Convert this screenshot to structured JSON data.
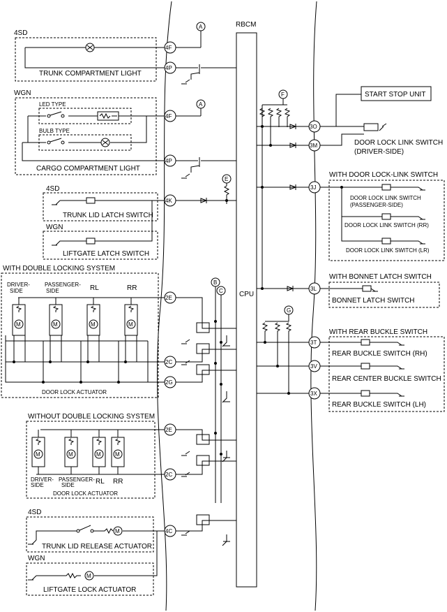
{
  "module": {
    "name": "RBCM",
    "cpu": "CPU"
  },
  "connectors": [
    "4F",
    "4P",
    "4F",
    "4P",
    "4K",
    "2E",
    "2C",
    "2G",
    "2E",
    "2C",
    "4C",
    "3O",
    "3M",
    "3J",
    "3L",
    "3T",
    "3V",
    "3X"
  ],
  "markers": [
    "A",
    "A",
    "E",
    "B",
    "C",
    "F",
    "G"
  ],
  "left": {
    "sd4_a": "4SD",
    "trunk_light": "TRUNK COMPARTMENT LIGHT",
    "wgn_a": "WGN",
    "led_type": "LED TYPE",
    "bulb_type": "BULB TYPE",
    "cargo_light": "CARGO COMPARTMENT LIGHT",
    "sd4_b": "4SD",
    "trunk_latch": "TRUNK LID LATCH SWITCH",
    "wgn_b": "WGN",
    "liftgate_latch": "LIFTGATE LATCH SWITCH",
    "double_lock": "WITH DOUBLE LOCKING SYSTEM",
    "dl_driver": [
      "DRIVER-",
      "SIDE"
    ],
    "dl_passenger": [
      "PASSENGER-",
      "SIDE"
    ],
    "dl_rl": "RL",
    "dl_rr": "RR",
    "dl_actuator": "DOOR LOCK ACTUATOR",
    "no_double_lock": "WITHOUT DOUBLE LOCKING SYSTEM",
    "ndl_driver": [
      "DRIVER-",
      "SIDE"
    ],
    "ndl_passenger": [
      "PASSENGER-",
      "SIDE"
    ],
    "ndl_rl": "RL",
    "ndl_rr": "RR",
    "ndl_actuator": "DOOR LOCK ACTUATOR",
    "sd4_c": "4SD",
    "trunk_release": "TRUNK LID RELEASE ACTUATOR",
    "wgn_c": "WGN",
    "liftgate_actuator": "LIFTGATE LOCK ACTUATOR"
  },
  "right": {
    "start_stop": "START STOP UNIT",
    "dll_driver": [
      "DOOR LOCK LINK SWITCH",
      "(DRIVER-SIDE)"
    ],
    "with_dll": "WITH DOOR LOCK-LINK SWITCH",
    "dll_passenger": [
      "DOOR LOCK LINK SWITCH",
      "(PASSENGER-SIDE)"
    ],
    "dll_rr": "DOOR LOCK LINK SWITCH (RR)",
    "dll_lr": "DOOR LOCK LINK SWITCH (LR)",
    "with_bonnet": "WITH BONNET LATCH SWITCH",
    "bonnet": "BONNET LATCH SWITCH",
    "with_buckle": "WITH REAR BUCKLE SWITCH",
    "buckle_rh": "REAR BUCKLE SWITCH (RH)",
    "buckle_center": "REAR CENTER BUCKLE SWITCH",
    "buckle_lh": "REAR BUCKLE SWITCH (LH)"
  }
}
